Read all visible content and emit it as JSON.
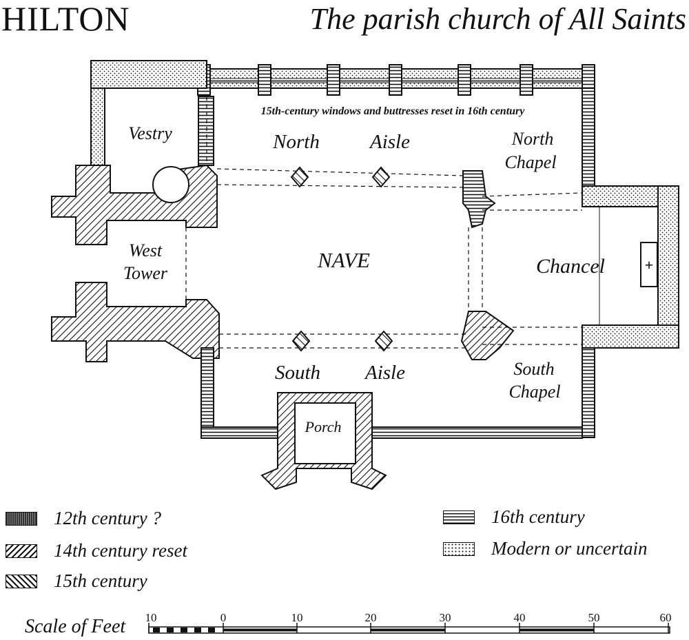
{
  "title": {
    "place": "HILTON",
    "subtitle": "The parish church of All Saints"
  },
  "note": "15th-century windows and buttresses reset in 16th century",
  "rooms": {
    "vestry": "Vestry",
    "west_tower_1": "West",
    "west_tower_2": "Tower",
    "north_aisle_1": "North",
    "north_aisle_2": "Aisle",
    "north_chapel_1": "North",
    "north_chapel_2": "Chapel",
    "nave": "NAVE",
    "chancel": "Chancel",
    "south_aisle_1": "South",
    "south_aisle_2": "Aisle",
    "south_chapel_1": "South",
    "south_chapel_2": "Chapel",
    "porch": "Porch",
    "altar_cross": "+"
  },
  "legend": [
    {
      "label": "12th century ?",
      "pattern": "solid-dark"
    },
    {
      "label": "14th century reset",
      "pattern": "diagonal-forward"
    },
    {
      "label": "15th century",
      "pattern": "diagonal-back"
    },
    {
      "label": "16th century",
      "pattern": "horizontal-lines"
    },
    {
      "label": "Modern or uncertain",
      "pattern": "dots"
    }
  ],
  "scale": {
    "label": "Scale of Feet",
    "ticks": [
      "10",
      "0",
      "10",
      "20",
      "30",
      "40",
      "50",
      "60"
    ]
  },
  "colors": {
    "ink": "#111111",
    "paper": "#ffffff"
  }
}
